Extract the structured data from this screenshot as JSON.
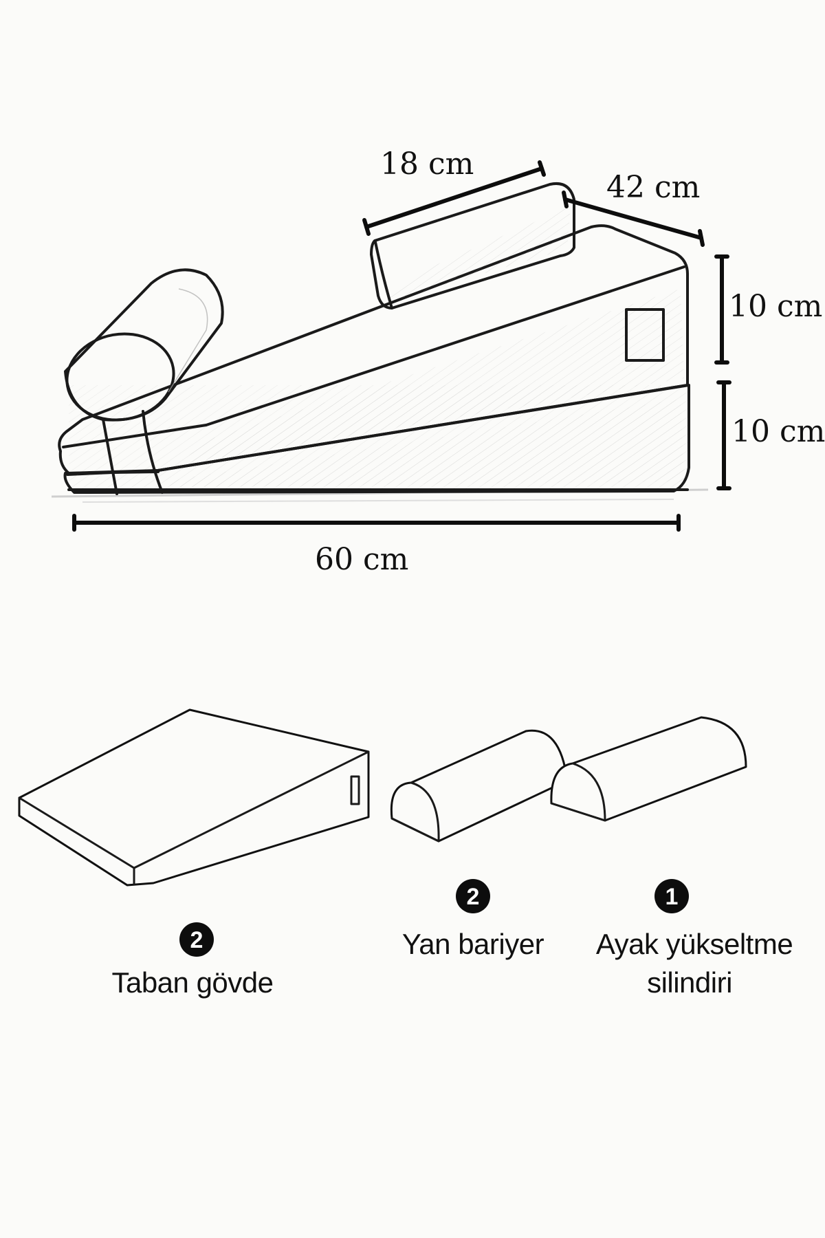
{
  "diagram": {
    "colors": {
      "background": "#fbfbf9",
      "line": "#111111",
      "badge_fill": "#0d0d0d",
      "badge_text": "#ffffff"
    },
    "dimensions": {
      "bolster_length": "18 cm",
      "depth": "42 cm",
      "top_height": "10 cm",
      "bottom_height": "10 cm",
      "total_length": "60 cm"
    },
    "parts": [
      {
        "count": "2",
        "label_line1": "Taban gövde",
        "label_line2": ""
      },
      {
        "count": "2",
        "label_line1": "Yan bariyer",
        "label_line2": ""
      },
      {
        "count": "1",
        "label_line1": "Ayak yükseltme",
        "label_line2": "silindiri"
      }
    ]
  }
}
